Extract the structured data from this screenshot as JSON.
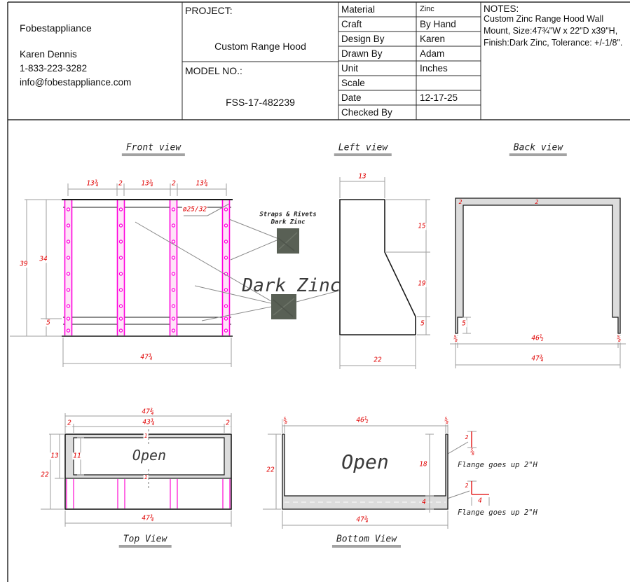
{
  "title_block": {
    "company": {
      "name": "Fobestappliance",
      "contact": "Karen Dennis",
      "phone": "1-833-223-3282",
      "email": "info@fobestappliance.com"
    },
    "project": {
      "label": "PROJECT:",
      "value": "Custom Range Hood"
    },
    "model": {
      "label": "MODEL NO.:",
      "value": "FSS-17-482239"
    },
    "specs": [
      {
        "label": "Material",
        "value": "Zinc"
      },
      {
        "label": "Craft",
        "value": "By Hand"
      },
      {
        "label": "Design By",
        "value": "Karen"
      },
      {
        "label": "Drawn By",
        "value": "Adam"
      },
      {
        "label": "Unit",
        "value": "Inches"
      },
      {
        "label": "Scale",
        "value": ""
      },
      {
        "label": "Date",
        "value": "12-17-25"
      },
      {
        "label": "Checked By",
        "value": ""
      }
    ],
    "notes": {
      "label": "NOTES:",
      "text": "Custom Zinc Range Hood Wall Mount, Size:47¾\"W x 22\"D x39\"H, Finish:Dark Zinc, Tolerance: +/-1/8\"."
    }
  },
  "views": {
    "front": {
      "title": "Front view",
      "top_dims": [
        "13¾",
        "2",
        "13¾",
        "2",
        "13¾"
      ],
      "height": "39",
      "height_upper": "34",
      "hem": "5",
      "width": "47¾",
      "rivet_dia": "ø25/32",
      "strap_note_1": "Straps & Rivets",
      "strap_note_2": "Dark Zinc",
      "finish_label": "Dark Zinc"
    },
    "left": {
      "title": "Left view",
      "top_width": "13",
      "upper": "15",
      "slope": "19",
      "hem": "5",
      "depth": "22"
    },
    "back": {
      "title": "Back view",
      "flange_side": "2",
      "flange_top": "2",
      "leg": "5",
      "edge_l": "⅝",
      "inner_width": "46½",
      "edge_r": "⅝",
      "width": "47¾"
    },
    "top": {
      "title": "Top View",
      "width": "47¾",
      "inner_width": "43¾",
      "edge_l": "2",
      "edge_r": "2",
      "lip_top": "1",
      "lip_bottom": "1",
      "depth": "22",
      "frame_depth": "13",
      "inner_depth": "11",
      "width_bottom": "47¾",
      "open": "Open"
    },
    "bottom": {
      "title": "Bottom View",
      "edge_l": "⅝",
      "inner_width": "46½",
      "edge_r": "⅝",
      "depth": "22",
      "open_depth": "18",
      "strip": "4",
      "width": "47¾",
      "open": "Open",
      "d1_v": "2",
      "d1_h": "⅝",
      "d2_v": "2",
      "d2_h": "4",
      "flange_note_1": "Flange goes up 2\"H",
      "flange_note_2": "Flange goes up 2\"H"
    }
  },
  "colors": {
    "strap": "#ff00dd",
    "dim": "#e00000",
    "flange_fill": "#dcdcdc",
    "zinc_swatch": "#596055"
  }
}
